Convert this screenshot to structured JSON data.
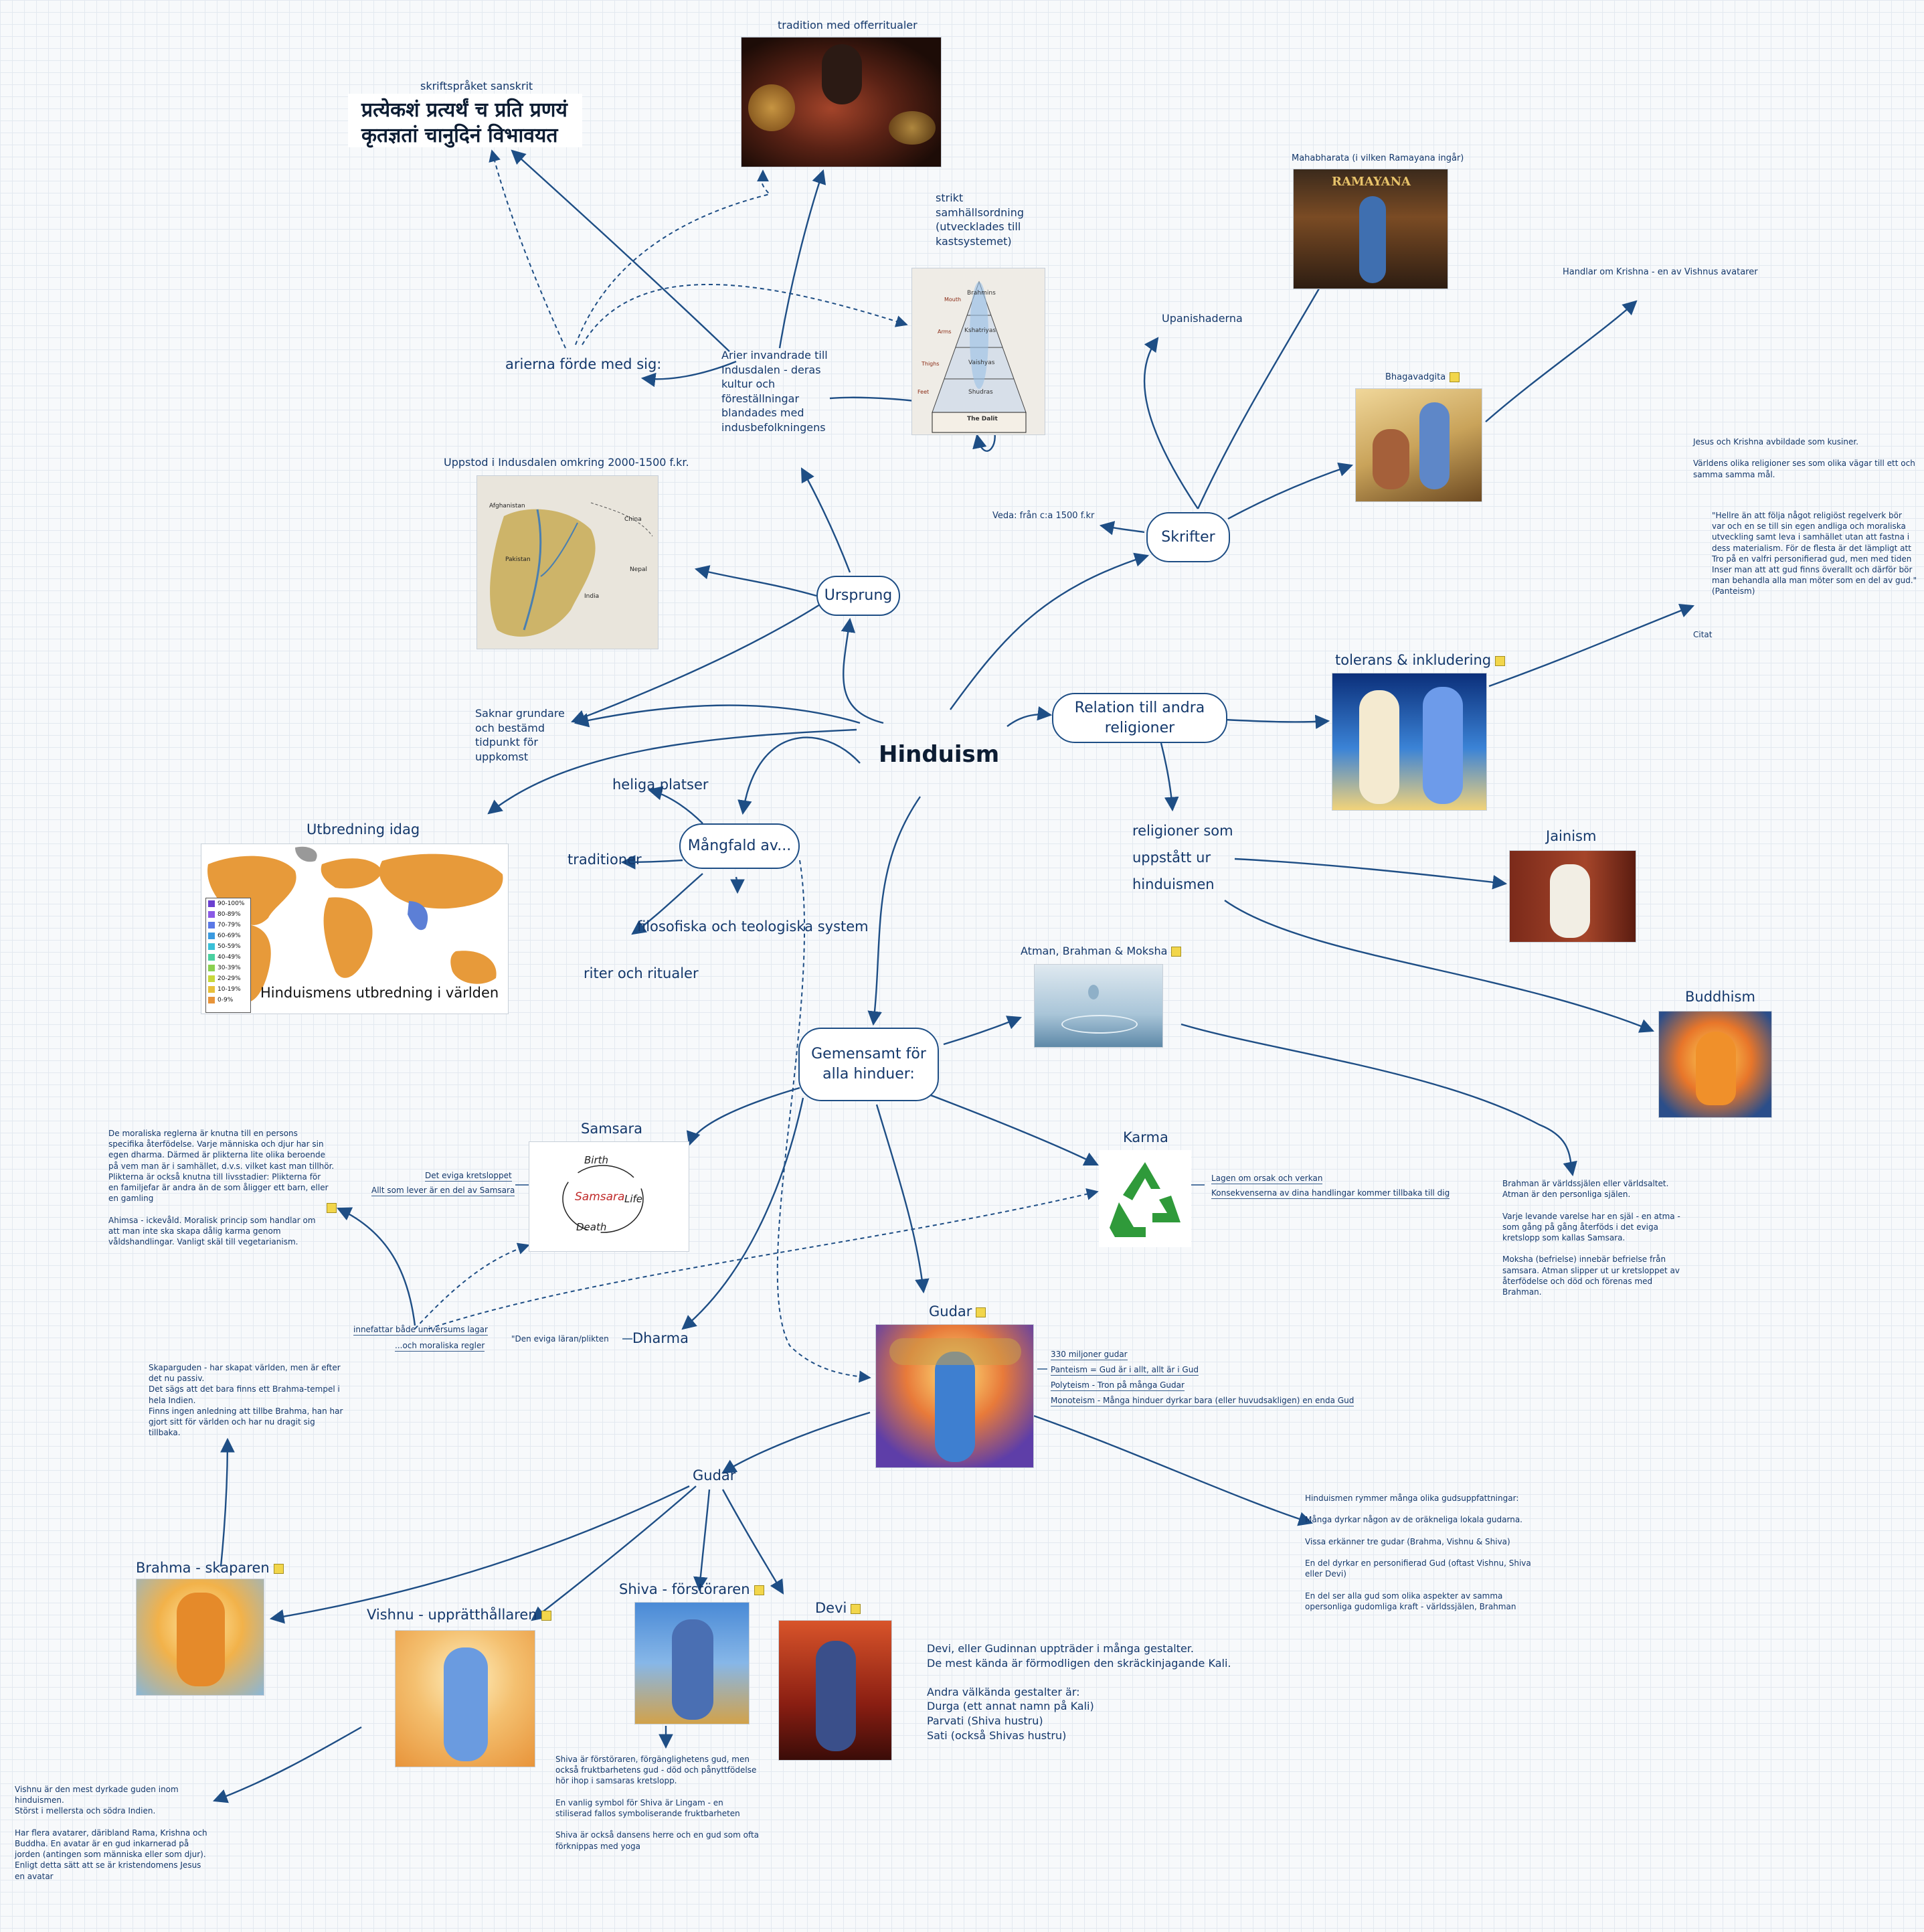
{
  "center": "Hinduism",
  "main_nodes": {
    "ursprung": "Ursprung",
    "skrifter": "Skrifter",
    "relation": "Relation till andra religioner",
    "mangfald": "Mångfald av...",
    "gemensamt": "Gemensamt för\nalla hinduer:"
  },
  "origin": {
    "arierna": "arierna förde med sig:",
    "arier_text": "Arier invandrade till\nIndusdalen - deras\nkultur och\nföreställningar\nblandades med\nindusbefolkningens",
    "sanskrit_label": "skriftspråket sanskrit",
    "sanskrit_line1": "प्रत्येकशं प्रत्यर्थं च प्रति प्रणयं",
    "sanskrit_line2": "कृतज्ञतां चानुदिनं विभावयत",
    "tradition_label": "tradition med offerritualer",
    "caste_label": "strikt\nsamhällsordning\n(utvecklades till\nkastsystemet)",
    "indus_label": "Uppstod i Indusdalen omkring 2000-1500 f.kr.",
    "saknar": "Saknar grundare\noch bestämd\ntidpunkt för\nuppkomst",
    "utbredning": "Utbredning idag",
    "map_caption": "Hinduismens utbredning i världen",
    "map_legend": [
      "90-100%",
      "80-89%",
      "70-79%",
      "60-69%",
      "50-59%",
      "40-49%",
      "30-39%",
      "20-29%",
      "10-19%",
      "0-9%"
    ],
    "caste_levels": [
      "Brahmins",
      "Kshatriyas",
      "Vaishyas",
      "Shudras",
      "The Dalit"
    ],
    "caste_body": [
      "Mouth",
      "Arms",
      "Thighs",
      "Feet"
    ],
    "indus_map_labels": [
      "Afghanistan",
      "Pakistan",
      "India",
      "China",
      "Nepal"
    ]
  },
  "scriptures": {
    "upanishaderna": "Upanishaderna",
    "mahabharata": "Mahabharata (i vilken Ramayana ingår)",
    "ramayana_title": "RAMAYANA",
    "bhagavadgita": "Bhagavadgita",
    "krishna": "Handlar om Krishna - en av Vishnus avatarer",
    "veda": "Veda: från c:a 1500 f.kr"
  },
  "relation": {
    "tolerans": "tolerans & inkludering",
    "tolerans_note": "Jesus och Krishna avbildade som kusiner.\n\nVärldens olika religioner ses som olika vägar till ett och\nsamma samma mål.",
    "quote": "\"Hellre än att följa något religiöst regelverk bör\nvar och en se till sin egen andliga och moraliska\nutveckling samt leva i samhället utan att fastna i\ndess materialism. För de flesta är det lämpligt att\nTro på en valfri personifierad gud, men med tiden\nInser man att att gud finns överallt och därför bör\nman behandla alla man möter som en del av gud.\"\n(Panteism)",
    "citat": "Citat",
    "religioner": "religioner som\nuppstått ur\nhinduismen",
    "jainism": "Jainism",
    "buddhism": "Buddhism"
  },
  "mangfald": {
    "heliga": "heliga platser",
    "traditioner": "traditioner",
    "filosofiska": "filosofiska och teologiska system",
    "riter": "riter och ritualer"
  },
  "common": {
    "atman": "Atman, Brahman & Moksha",
    "atman_text": "Brahman är världssjälen eller världsaltet.\nAtman är den personliga själen.\n\nVarje levande varelse har en själ - en atma -\nsom gång på gång återföds i det eviga\nkretslopp som kallas Samsara.\n\nMoksha (befrielse) innebär befrielse från\nsamsara. Atman slipper ut ur kretsloppet av\nåterfödelse och död och förenas med\nBrahman.",
    "samsara": "Samsara",
    "samsara_img_words": [
      "Birth",
      "Samsara",
      "Life",
      "Death"
    ],
    "samsara_1": "Det eviga kretsloppet",
    "samsara_2": "Allt som lever är en del av Samsara",
    "moral_text": "De moraliska reglerna är knutna till en persons\nspecifika återfödelse. Varje människa och djur har sin\negen dharma. Därmed är plikterna lite olika beroende\npå vem man är i samhället, d.v.s. vilket kast man tillhör.\nPlikterna är också knutna till livsstadier: Plikterna för\nen familjefar är andra än de som åligger ett barn, eller\nen gamling\n\nAhimsa - ickevåld. Moralisk princip som handlar om\natt man inte ska skapa dålig karma genom\nvåldshandlingar. Vanligt skäl till vegetarianism.",
    "karma": "Karma",
    "karma_1": "Lagen om orsak och verkan",
    "karma_2": "Konsekvenserna av dina handlingar kommer tillbaka till dig",
    "dharma": "Dharma",
    "dharma_def": "\"Den eviga läran/plikten",
    "dharma_1": "innefattar både universums lagar",
    "dharma_2": "...och moraliska regler",
    "gudar": "Gudar",
    "gudar_list": [
      "330 miljoner gudar",
      "Panteism = Gud är i allt, allt är i Gud",
      "Polyteism - Tron på många Gudar",
      "Monoteism - Många hinduer dyrkar bara (eller huvudsakligen) en enda Gud"
    ],
    "gudar_text": "Hinduismen rymmer många olika gudsuppfattningar:\n\nMånga dyrkar någon av de oräkneliga lokala gudarna.\n\nVissa erkänner tre gudar (Brahma, Vishnu & Shiva)\n\nEn del dyrkar en personifierad Gud (oftast Vishnu, Shiva\neller Devi)\n\nEn del ser alla gud som olika aspekter av samma\nopersonliga gudomliga kraft - världssjälen,  Brahman"
  },
  "gods": {
    "gudar2": "Gudar",
    "brahma": "Brahma - skaparen",
    "brahma_text": "Skaparguden - har skapat världen, men är efter\ndet nu passiv.\nDet sägs att det bara finns ett Brahma-tempel i\nhela Indien.\nFinns ingen anledning att tillbe Brahma, han har\ngjort sitt för världen och har nu dragit sig\ntillbaka.",
    "vishnu": "Vishnu - upprätthållaren",
    "vishnu_text": "Vishnu är den mest dyrkade guden inom\nhinduismen.\nStörst i mellersta och södra Indien.\n\nHar flera avatarer, däribland Rama, Krishna och\nBuddha. En avatar är en gud inkarnerad på\njorden (antingen som människa eller som djur).\nEnligt detta sätt att se är kristendomens Jesus\nen avatar",
    "shiva": "Shiva - förstöraren",
    "shiva_text": "Shiva är förstöraren, förgänglighetens gud, men\nockså fruktbarhetens gud - död och pånyttfödelse\nhör ihop i samsaras kretslopp.\n\nEn vanlig symbol för Shiva är Lingam - en\nstiliserad fallos symboliserande fruktbarheten\n\nShiva är också dansens herre och en gud som ofta\nförknippas med yoga",
    "devi": "Devi",
    "devi_text": "Devi, eller Gudinnan uppträder i många gestalter.\nDe mest kända är förmodligen den skräckinjagande Kali.\n\nAndra välkända gestalter är:\nDurga (ett annat namn på Kali)\nParvati (Shiva hustru)\nSati (också Shivas hustru)"
  }
}
